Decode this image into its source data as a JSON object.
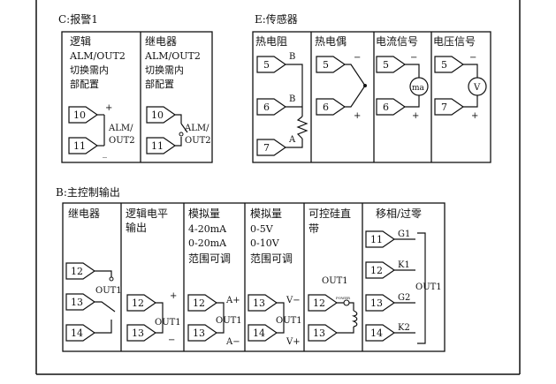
{
  "alarm": {
    "title": "C:报警1",
    "col1": {
      "header": "逻辑",
      "lines": [
        "ALM/OUT2",
        "切换需内",
        "部配置"
      ]
    },
    "col2": {
      "header": "继电器",
      "lines": [
        "ALM/OUT2",
        "切换需内",
        "部配置"
      ],
      "output_a": "ALM/",
      "output_b": "OUT2"
    },
    "col1_output": "ALM/",
    "col1_output_b": "OUT2",
    "plus": "+",
    "minus": "_",
    "terminals": [
      "10",
      "11"
    ]
  },
  "sensor": {
    "title": "E:传感器",
    "rtd": {
      "header": "热电阻",
      "terminals": [
        "5",
        "6",
        "7"
      ],
      "marks": [
        "B",
        "B",
        "A"
      ]
    },
    "tc": {
      "header": "热电偶",
      "terminals": [
        "5",
        "6"
      ],
      "minus": "−",
      "plus": "+"
    },
    "current": {
      "header": "电流信号",
      "terminals": [
        "5",
        "6"
      ],
      "meter": "ma",
      "minus": "−",
      "plus": "+"
    },
    "voltage": {
      "header": "电压信号",
      "terminals": [
        "5",
        "7"
      ],
      "meter": "V",
      "minus": "−",
      "plus": "+"
    }
  },
  "main_output": {
    "title": "B:主控制输出",
    "relay": {
      "header": "继电器",
      "terminals": [
        "12",
        "13",
        "14"
      ],
      "out": "OUT1"
    },
    "logic": {
      "header_lines": [
        "逻辑电平",
        "输出"
      ],
      "terminals": [
        "12",
        "13"
      ],
      "out": "OUT1",
      "plus": "+",
      "minus": "−"
    },
    "analog_i": {
      "header_lines": [
        "模拟量",
        "4-20mA",
        "0-20mA",
        "范围可调"
      ],
      "terminals": [
        "12",
        "13"
      ],
      "out": "OUT1",
      "pos": "A+",
      "neg": "A−"
    },
    "analog_v": {
      "header_lines": [
        "模拟量",
        "0-5V",
        "0-10V",
        "范围可调"
      ],
      "terminals": [
        "13",
        "14"
      ],
      "out": "OUT1",
      "neg": "V−",
      "pos": "V+"
    },
    "scr": {
      "header_lines": [
        "可控硅直",
        "带"
      ],
      "terminals": [
        "12",
        "13"
      ],
      "out": "OUT1",
      "tag": "POWER"
    },
    "phase": {
      "header": "移相/过零",
      "terminals": [
        "11",
        "12",
        "13",
        "14"
      ],
      "gates": [
        "G1",
        "K1",
        "G2",
        "K2"
      ],
      "out": "OUT1"
    }
  }
}
